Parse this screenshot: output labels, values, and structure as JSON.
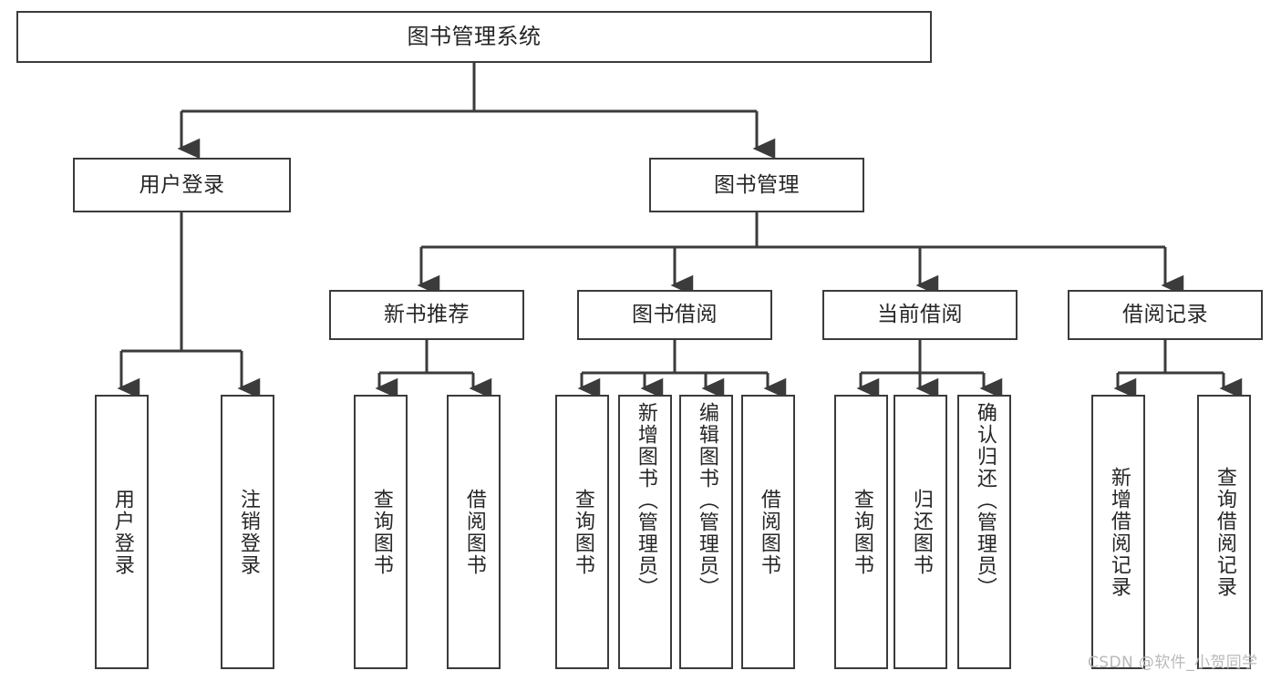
{
  "diagram": {
    "title": "图书管理系统",
    "type": "function-structure-tree",
    "line_color": "#3b3b3b",
    "text_color": "#262626",
    "background_color": "#ffffff",
    "watermark": "CSDN @软件_小贺同学",
    "levels": {
      "root": {
        "label": "图书管理系统"
      },
      "level2": [
        {
          "id": "user-login",
          "label": "用户登录"
        },
        {
          "id": "book-management",
          "label": "图书管理"
        }
      ],
      "level3": [
        {
          "id": "new-book-recommend",
          "label": "新书推荐"
        },
        {
          "id": "book-borrow",
          "label": "图书借阅"
        },
        {
          "id": "current-borrow",
          "label": "当前借阅"
        },
        {
          "id": "borrow-record",
          "label": "借阅记录"
        }
      ],
      "leaves": {
        "user_login": [
          {
            "id": "leaf-user-login",
            "label": "用户登录"
          },
          {
            "id": "leaf-logout",
            "label": "注销登录"
          }
        ],
        "new_book_recommend": [
          {
            "id": "leaf-query-book-1",
            "label": "查询图书"
          },
          {
            "id": "leaf-borrow-book-1",
            "label": "借阅图书"
          }
        ],
        "book_borrow": [
          {
            "id": "leaf-query-book-2",
            "label": "查询图书"
          },
          {
            "id": "leaf-add-book",
            "label": "新增图书（管理员）"
          },
          {
            "id": "leaf-edit-book",
            "label": "编辑图书（管理员）"
          },
          {
            "id": "leaf-borrow-book-2",
            "label": "借阅图书"
          }
        ],
        "current_borrow": [
          {
            "id": "leaf-query-book-3",
            "label": "查询图书"
          },
          {
            "id": "leaf-return-book",
            "label": "归还图书"
          },
          {
            "id": "leaf-confirm-return",
            "label": "确认归还（管理员）"
          }
        ],
        "borrow_record": [
          {
            "id": "leaf-add-record",
            "label": "新增借阅记录"
          },
          {
            "id": "leaf-query-record",
            "label": "查询借阅记录"
          }
        ]
      }
    }
  }
}
